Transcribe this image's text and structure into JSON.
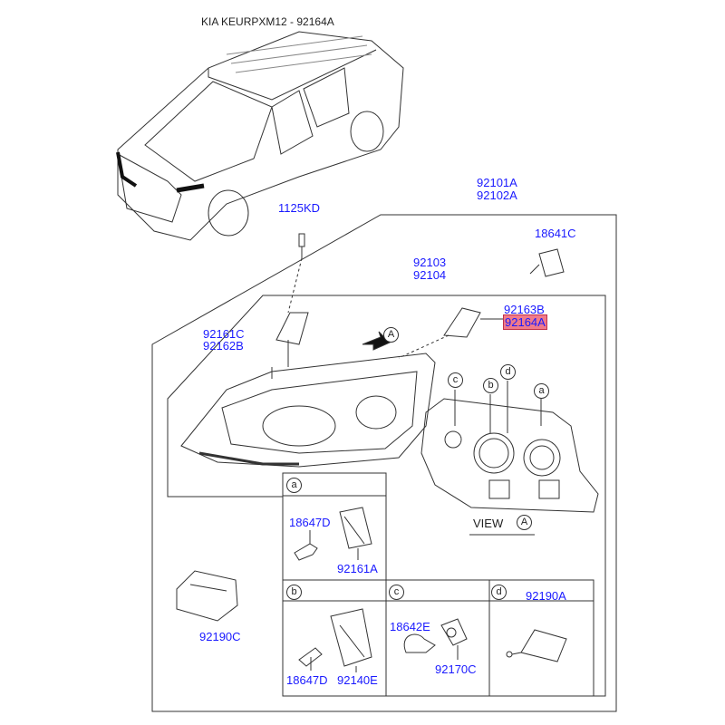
{
  "title": "KIA KEURPXM12 - 92164A",
  "parts": {
    "p92101A": "92101A",
    "p92102A": "92102A",
    "p1125KD": "1125KD",
    "p18641C": "18641C",
    "p92103": "92103",
    "p92104": "92104",
    "p92163B": "92163B",
    "p92164A": "92164A",
    "p92161C": "92161C",
    "p92162B": "92162B",
    "a_18647D": "18647D",
    "a_92161A": "92161A",
    "b_18647D": "18647D",
    "b_92140E": "92140E",
    "c_18642E": "18642E",
    "c_92170C": "92170C",
    "d_92190A": "92190A",
    "p92190C": "92190C"
  },
  "callouts": {
    "a": "a",
    "b": "b",
    "c": "c",
    "d": "d",
    "A": "A"
  },
  "view_label": "VIEW",
  "highlight_color": "#f07a8a",
  "label_color": "#1a1aff"
}
